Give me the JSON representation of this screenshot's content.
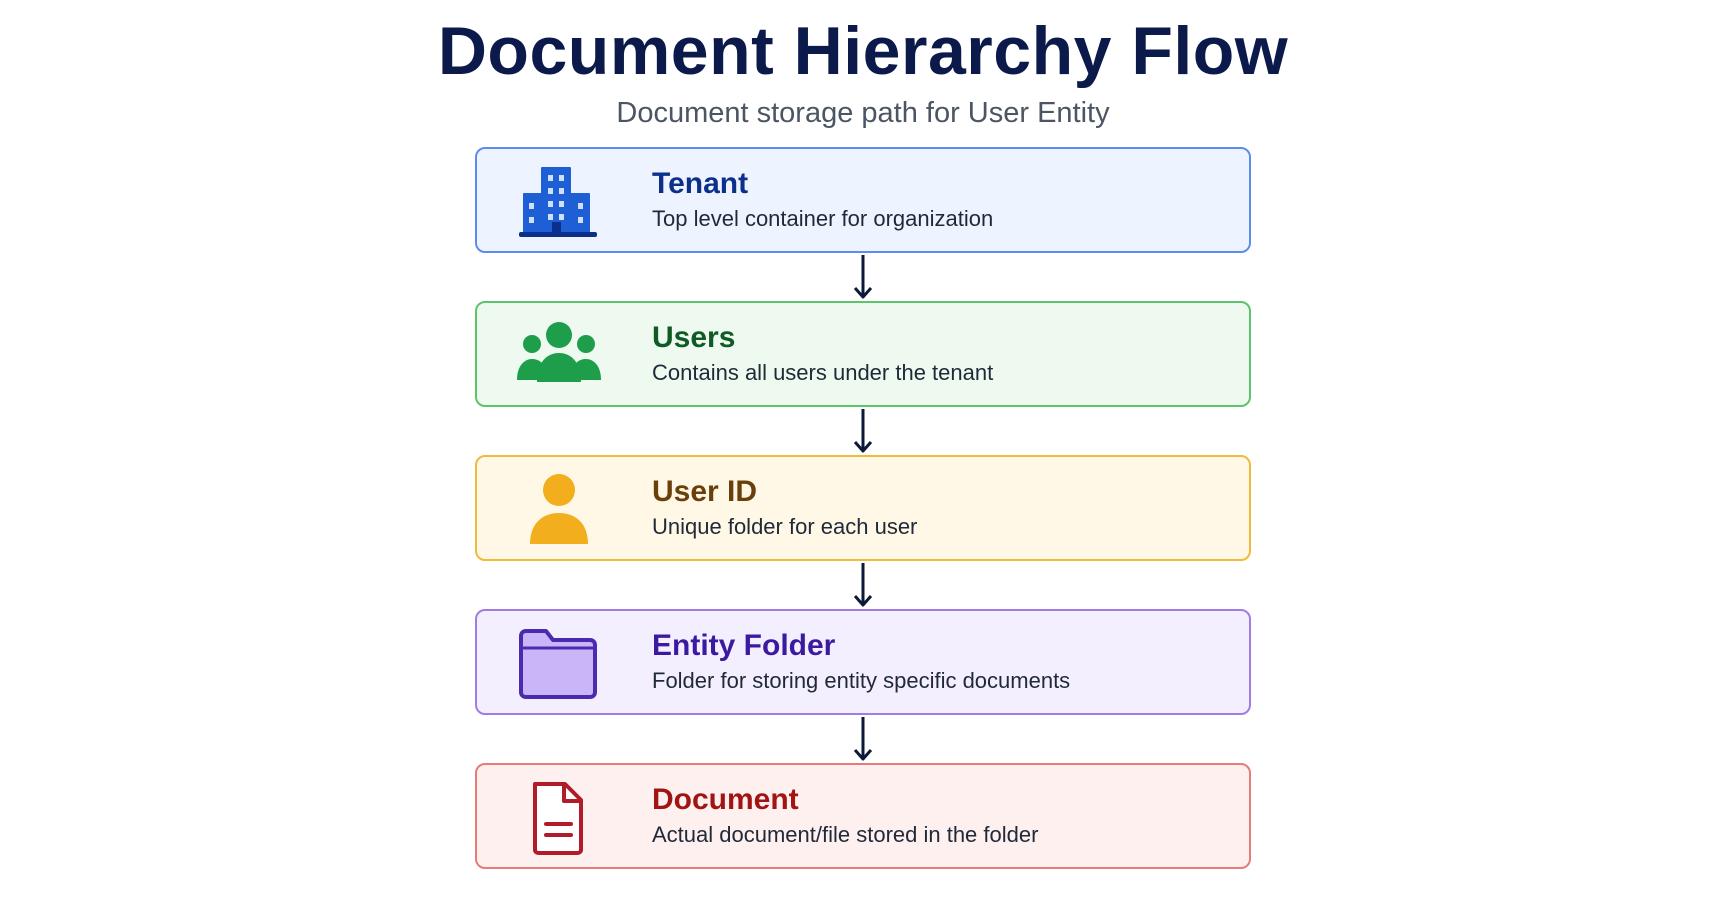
{
  "diagram": {
    "title": "Document Hierarchy Flow",
    "subtitle": "Document storage path for User Entity",
    "steps": [
      {
        "label": "Tenant",
        "description": "Top level container for organization",
        "icon": "building-icon",
        "accent": "#1f5fd6"
      },
      {
        "label": "Users",
        "description": "Contains all users under the tenant",
        "icon": "users-group-icon",
        "accent": "#1e9e4a"
      },
      {
        "label": "User ID",
        "description": "Unique folder for each user",
        "icon": "user-icon",
        "accent": "#f2ae1c"
      },
      {
        "label": "Entity Folder",
        "description": "Folder for storing entity specific documents",
        "icon": "folder-icon",
        "accent": "#4a2bb0"
      },
      {
        "label": "Document",
        "description": "Actual document/file stored in the folder",
        "icon": "document-icon",
        "accent": "#b01c2a"
      }
    ],
    "arrow_color": "#0b1a3a"
  }
}
